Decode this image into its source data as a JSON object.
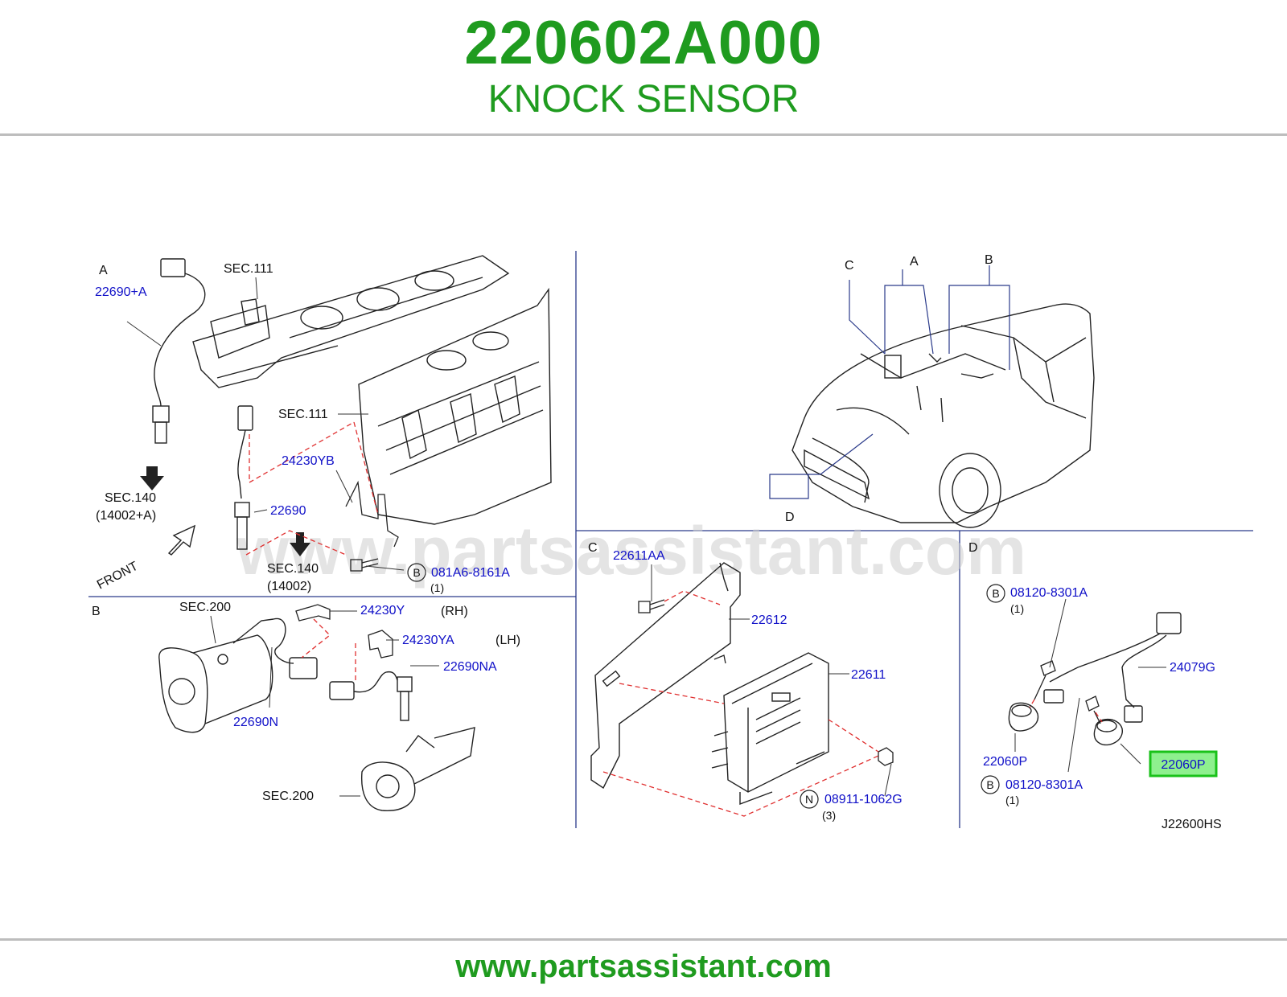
{
  "header": {
    "part_number": "220602A000",
    "part_name": "KNOCK SENSOR"
  },
  "watermark": "www.partsassistant.com",
  "footer": {
    "url": "www.partsassistant.com"
  },
  "panels": {
    "a": {
      "letter": "A",
      "labels": {
        "p22690_a": "22690+A",
        "sec111_top": "SEC.111",
        "sec111_mid": "SEC.111",
        "p24230yb": "24230YB",
        "p22690": "22690",
        "sec140_left": "SEC.140",
        "sec140_left_sub": "(14002+A)",
        "sec140_mid": "SEC.140",
        "sec140_mid_sub": "(14002)",
        "front": "FRONT",
        "bolt_code": "081A6-8161A",
        "bolt_badge": "B",
        "bolt_qty": "(1)"
      }
    },
    "b": {
      "letter": "B",
      "labels": {
        "sec200_top": "SEC.200",
        "p24230y": "24230Y",
        "rh": "(RH)",
        "p24230ya": "24230YA",
        "lh": "(LH)",
        "p22690na": "22690NA",
        "p22690n": "22690N",
        "sec200_bottom": "SEC.200"
      }
    },
    "overview": {
      "labels": {
        "c": "C",
        "a": "A",
        "b": "B",
        "d": "D"
      }
    },
    "c": {
      "letter": "C",
      "labels": {
        "p22611aa": "22611AA",
        "p22612": "22612",
        "p22611": "22611",
        "nut_badge": "N",
        "nut_code": "08911-1062G",
        "nut_qty": "(3)"
      }
    },
    "d": {
      "letter": "D",
      "labels": {
        "bolt_top_badge": "B",
        "bolt_top_code": "08120-8301A",
        "bolt_top_qty": "(1)",
        "p24079g": "24079G",
        "p22060p_left": "22060P",
        "p22060p_highlight": "22060P",
        "bolt_bottom_badge": "B",
        "bolt_bottom_code": "08120-8301A",
        "bolt_bottom_qty": "(1)",
        "diagram_code": "J22600HS"
      }
    }
  },
  "colors": {
    "brand_green": "#1f9b1f",
    "part_blue": "#1010c8",
    "highlight_fill": "#8ef08e",
    "highlight_border": "#19c219",
    "panel_divider": "#2a3a8a",
    "leader_dash": "#e03030"
  }
}
